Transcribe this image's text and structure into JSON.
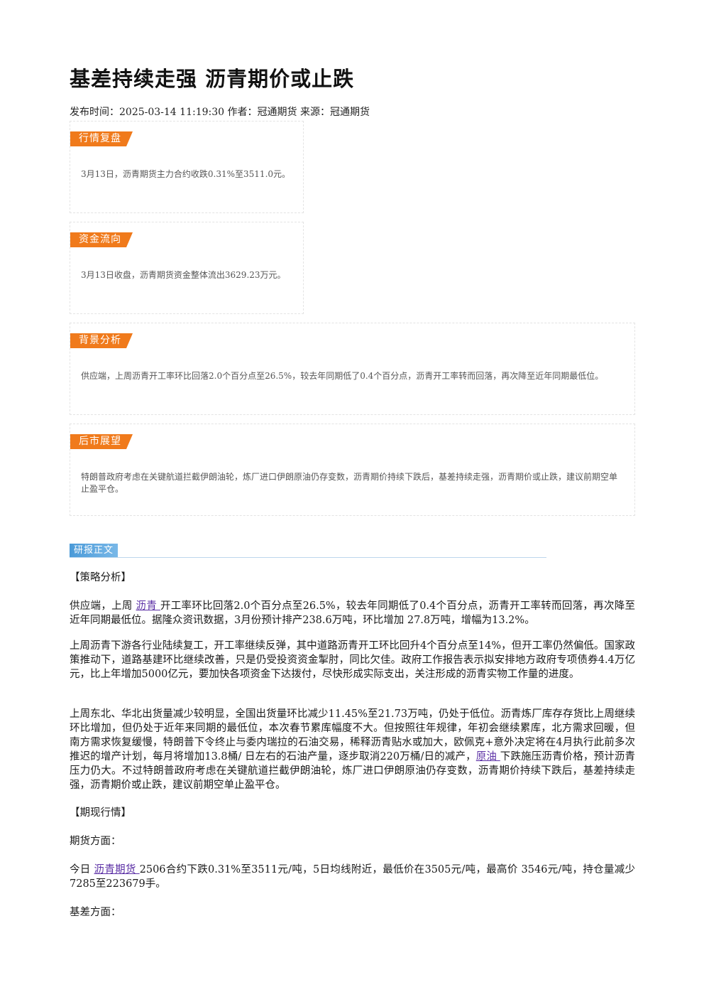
{
  "article": {
    "title": "基差持续走强 沥青期价或止跌",
    "meta": "发布时间：2025-03-14 11:19:30 作者：冠通期货 来源：冠通期货"
  },
  "cards": {
    "market_review": {
      "tag": "行情复盘",
      "text": "3月13日，沥青期货主力合约收跌0.31%至3511.0元。"
    },
    "fund_flow": {
      "tag": "资金流向",
      "text": "3月13日收盘，沥青期货资金整体流出3629.23万元。"
    },
    "background": {
      "tag": "背景分析",
      "text": "供应端，上周沥青开工率环比回落2.0个百分点至26.5%，较去年同期低了0.4个百分点，沥青开工率转而回落，再次降至近年同期最低位。"
    },
    "outlook": {
      "tag": "后市展望",
      "text": "特朗普政府考虑在关键航道拦截伊朗油轮，炼厂进口伊朗原油仍存变数，沥青期价持续下跌后，基差持续走强，沥青期价或止跌，建议前期空单止盈平仓。"
    }
  },
  "research": {
    "tag": "研报正文",
    "strategy_heading": "【策略分析】",
    "p1_a": "供应端，上周 ",
    "p1_link": "沥青 ",
    "p1_b": "开工率环比回落2.0个百分点至26.5%，较去年同期低了0.4个百分点，沥青开工率转而回落，再次降至近年同期最低位。据隆众资讯数据，3月份预计排产238.6万吨，环比增加 27.8万吨，增幅为13.2%。",
    "p2": "上周沥青下游各行业陆续复工，开工率继续反弹，其中道路沥青开工环比回升4个百分点至14%，但开工率仍然偏低。国家政策推动下，道路基建环比继续改善，只是仍受投资资金掣肘，同比欠佳。政府工作报告表示拟安排地方政府专项债券4.4万亿元，比上年增加5000亿元，要加快各项资金下达拨付，尽快形成实际支出，关注形成的沥青实物工作量的进度。",
    "p3_a": "上周东北、华北出货量减少较明显，全国出货量环比减少11.45%至21.73万吨，仍处于低位。沥青炼厂库存存货比上周继续环比增加，但仍处于近年来同期的最低位，本次春节累库幅度不大。但按照往年规律，年初会继续累库，北方需求回暖，但南方需求恢复缓慢，特朗普下令终止与委内瑞拉的石油交易，稀释沥青贴水或加大，欧佩克+意外决定将在4月执行此前多次推迟的增产计划，每月将增加13.8桶/ 日左右的石油产量，逐步取消220万桶/日的减产，",
    "p3_link": "原油 ",
    "p3_b": "下跌施压沥青价格，预计沥青压力仍大。不过特朗普政府考虑在关键航道拦截伊朗油轮，炼厂进口伊朗原油仍存变数，沥青期价持续下跌后，基差持续走强，沥青期价或止跌，建议前期空单止盈平仓。",
    "market_heading": "【期现行情】",
    "futures_heading": "期货方面：",
    "p4_a": "今日 ",
    "p4_link": "沥青期货 ",
    "p4_b": "2506合约下跌0.31%至3511元/吨，5日均线附近，最低价在3505元/吨，最高价 3546元/吨，持仓量减少7285至223679手。",
    "basis_heading": "基差方面："
  }
}
